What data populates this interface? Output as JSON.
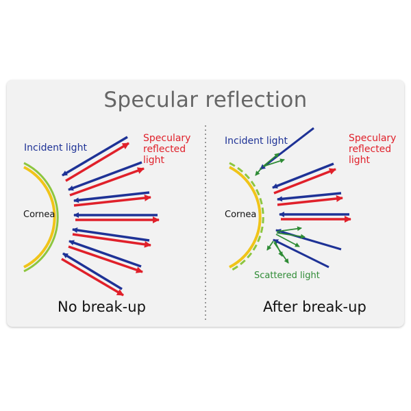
{
  "title": "Specular reflection",
  "left_panel": {
    "incident_label": "Incident light",
    "reflected_label_lines": [
      "Speculary",
      "reflected",
      "light"
    ],
    "cornea_label": "Cornea",
    "caption": "No break-up"
  },
  "right_panel": {
    "incident_label": "Incident light",
    "reflected_label_lines": [
      "Speculary",
      "reflected",
      "light"
    ],
    "cornea_label": "Cornea",
    "scattered_label": "Scattered light",
    "caption": "After break-up"
  },
  "colors": {
    "incident": "#1e3296",
    "reflected": "#e0202a",
    "scattered": "#2e8b35",
    "cornea": "#f0c419",
    "tear_film": "#8dc63f",
    "title": "#666666",
    "card": "#f2f2f2",
    "divider": "#777777"
  }
}
